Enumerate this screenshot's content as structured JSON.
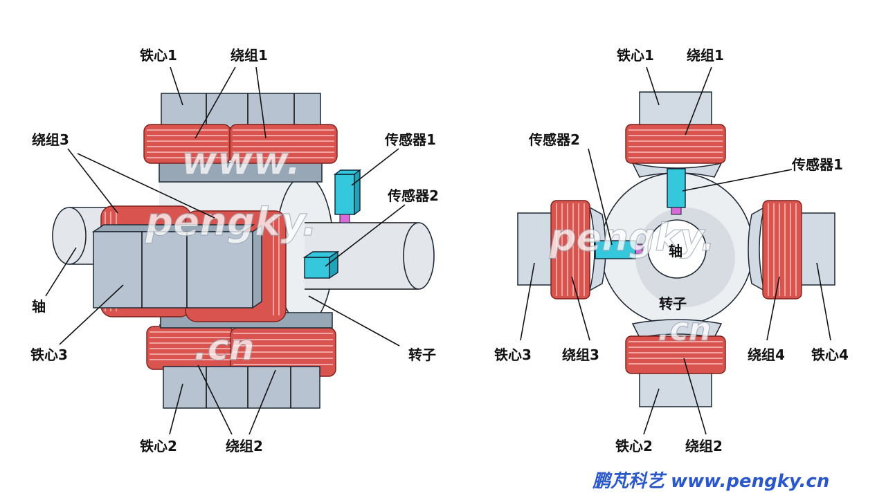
{
  "left_diagram": {
    "labels": {
      "core1": "铁心1",
      "winding1": "绕组1",
      "winding3": "绕组3",
      "sensor1": "传感器1",
      "sensor2": "传感器2",
      "shaft": "轴",
      "core3": "铁心3",
      "rotor": "转子",
      "core2": "铁心2",
      "winding2": "绕组2"
    }
  },
  "right_diagram": {
    "labels": {
      "core1": "铁心1",
      "winding1": "绕组1",
      "sensor2": "传感器2",
      "sensor1": "传感器1",
      "shaft": "轴",
      "rotor": "转子",
      "core3": "铁心3",
      "winding3": "绕组3",
      "winding4": "绕组4",
      "core4": "铁心4",
      "core2": "铁心2",
      "winding2": "绕组2"
    }
  },
  "watermark": {
    "www": "www.",
    "domain_name": "pengky.",
    "tld": ".cn"
  },
  "brand": {
    "text": "鹏芃科艺 www.pengky.cn",
    "color": "#2a58c9"
  },
  "colors": {
    "coil": "#d9534f",
    "core": "#b7c3d0",
    "sensor": "#35c8dd",
    "sensor_tip": "#d86bd8",
    "shaft": "#e3e7ec"
  }
}
